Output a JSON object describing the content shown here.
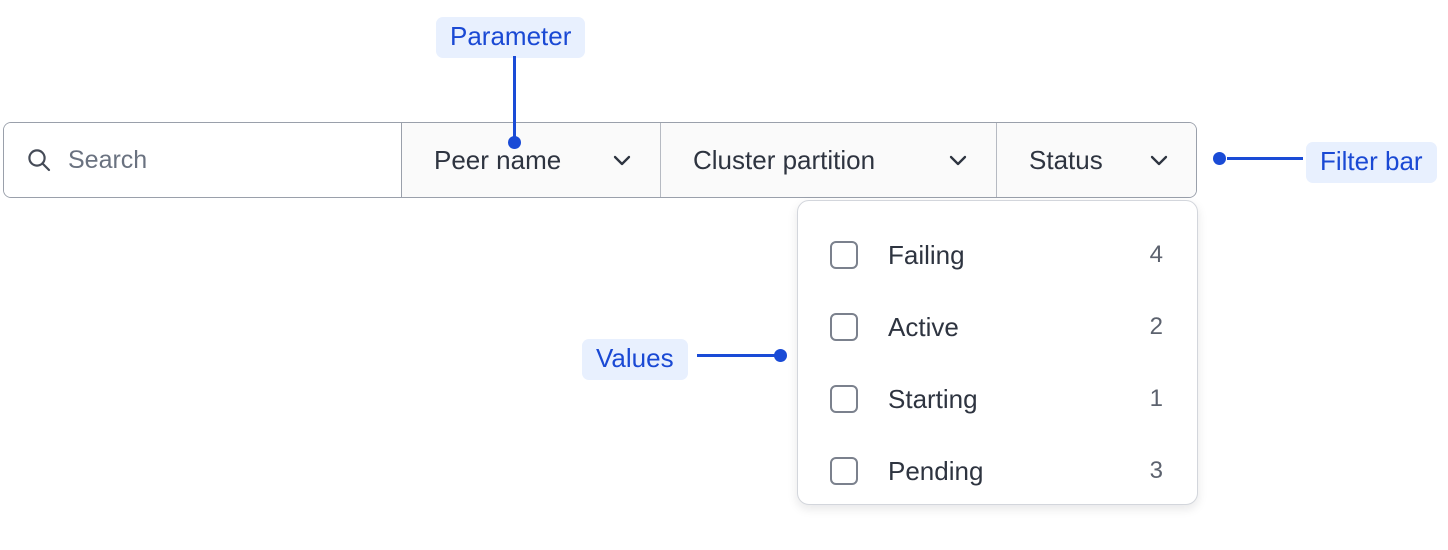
{
  "filter_bar": {
    "search": {
      "placeholder": "Search",
      "value": "",
      "icon": "search-icon"
    },
    "filters": [
      {
        "label": "Peer name",
        "icon": "chevron-down-icon"
      },
      {
        "label": "Cluster partition",
        "icon": "chevron-down-icon"
      },
      {
        "label": "Status",
        "icon": "chevron-down-icon"
      }
    ]
  },
  "dropdown": {
    "open_for": "Status",
    "options": [
      {
        "label": "Failing",
        "count": "4",
        "checked": false
      },
      {
        "label": "Active",
        "count": "2",
        "checked": false
      },
      {
        "label": "Starting",
        "count": "1",
        "checked": false
      },
      {
        "label": "Pending",
        "count": "3",
        "checked": false
      }
    ]
  },
  "annotations": [
    {
      "label": "Parameter",
      "target": "peer-name-filter"
    },
    {
      "label": "Values",
      "target": "dropdown-options"
    },
    {
      "label": "Filter bar",
      "target": "filter-bar"
    }
  ],
  "colors": {
    "annotation_text": "#1a49d4",
    "annotation_background": "#e8f0fe",
    "connector": "#1a4bd6",
    "bar_border": "#9aa0ab",
    "bar_background": "#fafafa",
    "text": "#2e3440",
    "muted_text": "#6a7280"
  }
}
